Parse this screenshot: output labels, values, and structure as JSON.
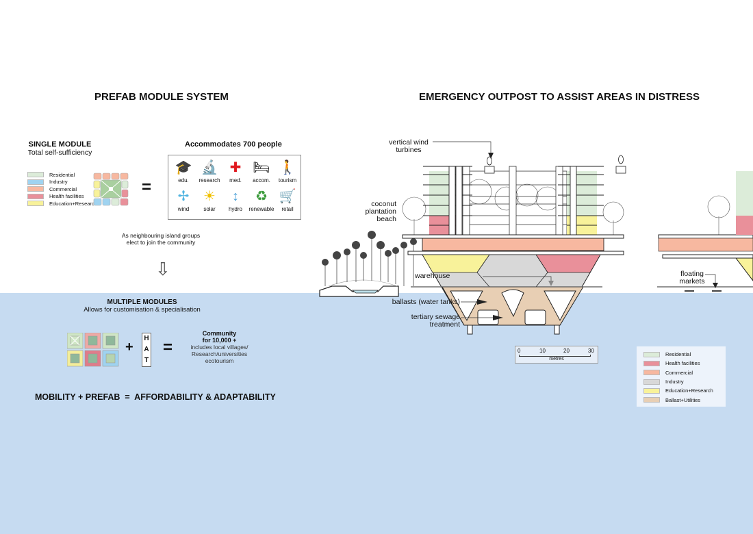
{
  "left": {
    "title": "PREFAB MODULE SYSTEM",
    "single": {
      "title": "SINGLE MODULE",
      "subtitle": "Total self-sufficiency"
    },
    "legend": [
      "Residential",
      "Industry",
      "Commercial",
      "Health facilities",
      "Education+Research"
    ],
    "legend_colors": [
      "#dcecd9",
      "#9fd3f0",
      "#f7b8a0",
      "#e9909a",
      "#f8f29a"
    ],
    "equals": "=",
    "accommodates": "Accommodates 700 people",
    "icons": [
      {
        "name": "edu.",
        "glyph": "🎓"
      },
      {
        "name": "research",
        "glyph": "🔬"
      },
      {
        "name": "med.",
        "glyph": "✚"
      },
      {
        "name": "accom.",
        "glyph": "🛏"
      },
      {
        "name": "tourism",
        "glyph": "🚶"
      },
      {
        "name": "wind",
        "glyph": "✢"
      },
      {
        "name": "solar",
        "glyph": "☀"
      },
      {
        "name": "hydro",
        "glyph": "↕"
      },
      {
        "name": "renewable",
        "glyph": "♻"
      },
      {
        "name": "retail",
        "glyph": "🛒"
      }
    ],
    "neighbour_text_1": "As neighbouring island groups",
    "neighbour_text_2": "elect to join the community",
    "arrow": "⇩",
    "multiple": {
      "title": "MULTIPLE MODULES",
      "subtitle": "Allows for customisation & specialisation"
    },
    "plus": "+",
    "hat": [
      "H",
      "A",
      "T"
    ],
    "community_title_1": "Community",
    "community_title_2": "for 10,000 +",
    "community_desc_1": "includes local villages/",
    "community_desc_2": "Research/universities",
    "community_desc_3": "ecotourism",
    "slogan": "MOBILITY + PREFAB  =  AFFORDABILITY & ADAPTABILITY"
  },
  "right": {
    "title": "EMERGENCY OUTPOST TO ASSIST AREAS IN DISTRESS",
    "labels": {
      "wind_1": "vertical wind",
      "wind_2": "turbines",
      "coconut_1": "coconut",
      "coconut_2": "plantation",
      "coconut_3": "beach",
      "warehouse": "warehouse",
      "ballasts": "ballasts (water tanks)",
      "sewage_1": "tertiary sewage",
      "sewage_2": "treatment",
      "floating_1": "floating",
      "floating_2": "markets"
    },
    "scale": {
      "ticks": [
        "0",
        "10",
        "20",
        "30"
      ],
      "unit": "metres"
    },
    "legend": [
      "Residential",
      "Health facilities",
      "Commercial",
      "Industry",
      "Education+Research",
      "Ballast+Utilities"
    ],
    "legend_colors": [
      "#dcecd9",
      "#e9909a",
      "#f7b8a0",
      "#d8d8d8",
      "#f8f29a",
      "#e8cfb4"
    ]
  }
}
